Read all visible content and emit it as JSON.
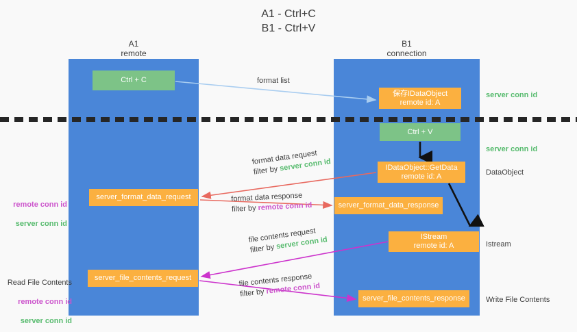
{
  "title": "A1 - Ctrl+C\nB1 - Ctrl+V",
  "columns": {
    "left": {
      "name": "A1",
      "role": "remote",
      "header": "A1\nremote"
    },
    "right": {
      "name": "B1",
      "role": "connection",
      "header": "B1\nconnection"
    }
  },
  "boxes": {
    "ctrl_c": "Ctrl + C",
    "ctrl_v": "Ctrl + V",
    "save_idataobject": "保存IDataObject\nremote id: A",
    "getdata": "IDataObject::GetData\nremote id: A",
    "istream": "IStream\nremote id: A",
    "server_format_data_request": "server_format_data_request",
    "server_format_data_response": "server_format_data_response",
    "server_file_contents_request": "server_file_contents_request",
    "server_file_contents_response": "server_file_contents_response"
  },
  "edges": {
    "format_list": "format list",
    "format_data_request": "format data request",
    "format_data_response": "format data response",
    "file_contents_request": "file contents request",
    "file_contents_response": "file contents response",
    "filter_by": "filter by ",
    "server_conn_id": "server conn id",
    "remote_conn_id": "remote conn id"
  },
  "annotations": {
    "left_mid": {
      "remote": "remote conn id",
      "server": "server conn id"
    },
    "left_bottom": {
      "heading": "Read File Contents",
      "remote": "remote conn id",
      "server": "server conn id"
    },
    "right_server_1": "server conn id",
    "right_server_2": "server conn id",
    "right_dataobject": "DataObject",
    "right_istream": "Istream",
    "right_write_file": "Write File Contents"
  },
  "colors": {
    "column_blue": "#4a86d8",
    "box_green": "#7dc387",
    "box_orange": "#fbb040",
    "arrow_lightblue": "#a9cdf0",
    "arrow_red": "#e8695f",
    "arrow_magenta": "#cc33cc",
    "arrow_black": "#111111",
    "text_dark": "#3c3c3c",
    "text_green": "#57bb6e",
    "text_purple": "#cc55cc",
    "background": "#f9f9f9",
    "dash_line": "#262626"
  }
}
